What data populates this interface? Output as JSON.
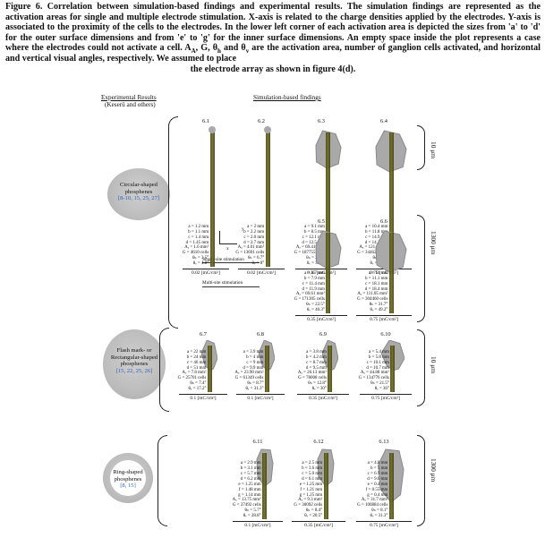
{
  "caption": {
    "part1": "Figure 6. Correlation between simulation-based findings and experimental results. The simulation findings are represented as the activation areas for single and multiple electrode stimulation. X-axis is related to the charge densities applied by the electrodes. Y-axis is associated to the proximity of the cells to the electrodes. In the lower left corner of each activation area is depicted the sizes from 'a' to 'd' for the outer surface dimensions and from 'e' to 'g' for the inner surface dimensions. An empty space inside the plot represents a case where the electrodes could not activate a cell. A",
    "sub_a": "A",
    "mid1": ", G, θ",
    "sub_h": "h",
    "mid2": " and θ",
    "sub_v": "v",
    "part2": " are the activation area, number of ganglion cells activated, and horizontal and vertical visual angles, respectively. We assumed to place",
    "last_line": "the electrode array as shown in figure 4(d)."
  },
  "headers": {
    "experimental": "Experimental Results",
    "experimental_sub": "(Keserü and others)",
    "simulation": "Simulation-based findings"
  },
  "categories": [
    {
      "label": "Circular-shaped phosphenes",
      "refs": "[8-10, 15, 25, 27]"
    },
    {
      "label": "Flash mark- or Rectangular-shaped phosphenes",
      "refs": "[15, 22, 25, 26]"
    },
    {
      "label": "Ring-shaped phosphenes",
      "refs": "[8, 15]"
    }
  ],
  "side_labels": {
    "um10": "10 μm",
    "um1300": "1300 μm",
    "um10b": "10 μm",
    "um1300b": "1300 μm"
  },
  "legend": {
    "x": "x",
    "y": "y",
    "single": "Single-site stimulation",
    "multi": "Multi-site stimulation"
  },
  "panels": [
    {
      "id": "6.1",
      "lines": [
        "a = 1.2 mm",
        "b = 1.1 mm",
        "c = 1.4 mm",
        "d = 1.45 mm",
        "Aₐ = 1.6 mm²",
        "G = 4610 cells",
        "θₕ = 3.5°",
        "θᵥ = 4.8°"
      ],
      "foot": "0.02 [mC/cm²]",
      "shape": "rod",
      "fill": 0.35
    },
    {
      "id": "6.2",
      "lines": [
        "a = 2 mm",
        "b = 2.2 mm",
        "c = 2.0 mm",
        "d = 2.7 mm",
        "Aₐ = 4.01 mm²",
        "G = 13691 cells",
        "θₕ = 6.7°",
        "θᵥ = 8°"
      ],
      "foot": "0.02 [mC/cm²]",
      "shape": "rod",
      "fill": 0.45
    },
    {
      "id": "6.3",
      "lines": [
        "a = 9.1 mm",
        "b = 8.5 mm",
        "c = 12.1 mm",
        "d = 12.5 mm",
        "Aₐ = 69.41 mm²",
        "G = 187755 cells",
        "θₕ = 28.3°",
        "θᵥ = 38.3°"
      ],
      "foot": "0.35 [mC/cm²]",
      "shape": "blob",
      "fill": 0.6
    },
    {
      "id": "6.4",
      "lines": [
        "a = 10.4 mm",
        "b = 11.8 mm",
        "c = 14.9 mm",
        "d = 14.2 mm",
        "Aₐ = 121.8 mm²",
        "G = 344628 cells",
        "θₕ = 35°",
        "θᵥ = 41.4°"
      ],
      "foot": "0.75 [mC/cm²]",
      "shape": "blob-lg",
      "fill": 0.6
    },
    {
      "id": "6.5",
      "lines": [
        "a = 6.7 mm",
        "b = 7.9 mm",
        "c = 11.4 mm",
        "d = 11.9 mm",
        "Aₐ = 69.61 mm²",
        "G = 171305 cells",
        "θₕ = 22.5°",
        "θᵥ = 40.3°"
      ],
      "foot": "0.35 [mC/cm²]",
      "shape": "blob",
      "fill": 0.6
    },
    {
      "id": "6.6",
      "lines": [
        "a = 10 mm",
        "b = 11.1 mm",
        "c = 18.1 mm",
        "d = 18.4 mm",
        "Aₐ = 111.05 mm²",
        "G = 304460 cells",
        "θₕ = 31.7°",
        "θᵥ = 49.2°"
      ],
      "foot": "0.75 [mC/cm²]",
      "shape": "blob-lg",
      "fill": 0.6
    },
    {
      "id": "6.7",
      "lines": [
        "a = 22 mm",
        "b = 24 mm",
        "c = 46 mm",
        "d = 51 mm",
        "Aₐ = 7.8 mm²",
        "G = 25701 cells",
        "θₕ = 7.4°",
        "θᵥ = 17.2°"
      ],
      "foot": "0.1 [mC/cm²]",
      "shape": "flash",
      "fill": 0.7
    },
    {
      "id": "6.8",
      "lines": [
        "a = 3.9 mm",
        "b = 4 mm",
        "c = 9 mm",
        "d = 9.9 mm",
        "Aₐ = 23.90 mm²",
        "G = 61349 cells",
        "θₕ = 8.7°",
        "θᵥ = 31.3°"
      ],
      "foot": "0.1 [mC/cm²]",
      "shape": "flash",
      "fill": 0.7
    },
    {
      "id": "6.9",
      "lines": [
        "a = 3.8 mm",
        "b = 4.2 mm",
        "c = 8.7 mm",
        "d = 9.5 mm",
        "Aₐ = 26.13 mm²",
        "G = 78008 cells",
        "θₕ = 12.8°",
        "θᵥ = 30°"
      ],
      "foot": "0.35 [mC/cm²]",
      "shape": "flash",
      "fill": 0.7
    },
    {
      "id": "6.10",
      "lines": [
        "a = 5.4 mm",
        "b = 5.8 mm",
        "c = 10.1 mm",
        "d = 10.7 mm",
        "Aₐ = 44.88 mm²",
        "G = 134776 cells",
        "θₕ = 21.5°",
        "θᵥ = 36°"
      ],
      "foot": "0.75 [mC/cm²]",
      "shape": "flash-lg",
      "fill": 0.7
    },
    {
      "id": "6.11",
      "lines": [
        "a = 2.9 mm",
        "b = 3.1 mm",
        "c = 5.7 mm",
        "d = 6.2 mm",
        "e = 1.25 mm",
        "f = 1.48 mm",
        "g = 1.14 mm",
        "Aₐ = 13.75 mm²",
        "G = 37492 cells",
        "θₕ = 5.7°",
        "θᵥ = 28.8°"
      ],
      "foot": "0.1 [mC/cm²]",
      "shape": "ring",
      "fill": 0.8
    },
    {
      "id": "6.12",
      "lines": [
        "a = 2.5 mm",
        "b = 3.6 mm",
        "c = 5.0 mm",
        "d = 6.1 mm",
        "e = 1.25 mm",
        "f = 1.21 mm",
        "g = 1.25 mm",
        "Aₐ = 9.3 mm²",
        "G = 30092 cells",
        "θₕ = 8.4°",
        "θᵥ = 20.5°"
      ],
      "foot": "0.35 [mC/cm²]",
      "shape": "ring",
      "fill": 0.8
    },
    {
      "id": "6.13",
      "lines": [
        "a = 4.8 mm",
        "b = 5 mm",
        "c = 6.9 mm",
        "d = 9.0 mm",
        "e = 0.4 mm",
        "f = 0.55 mm",
        "g = 0.4 mm",
        "Aₐ = 31.7 mm²",
        "G = 100884 cells",
        "θₕ = 8.1°",
        "θᵥ = 31.3°"
      ],
      "foot": "0.75 [mC/cm²]",
      "shape": "ring-lg",
      "fill": 0.8
    }
  ]
}
